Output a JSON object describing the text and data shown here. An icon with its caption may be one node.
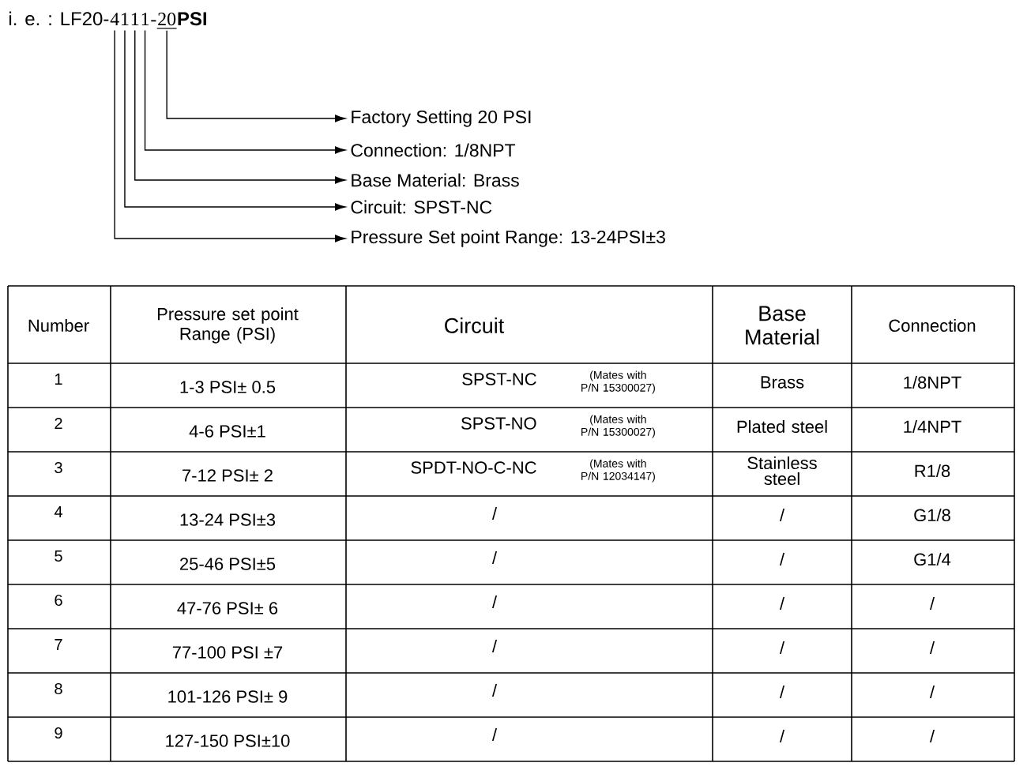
{
  "diagram": {
    "nodes": [
      {
        "text": [
          "4"
        ]
      },
      {
        "text": [
          "1"
        ]
      },
      {
        "text": [
          "1"
        ]
      },
      {
        "text": [
          "1"
        ]
      },
      {
        "text": [
          "20"
        ]
      },
      {
        "text": [
          "Factory Setting 20 PSI"
        ]
      },
      {
        "text": [
          "Connection: 1/8NPT"
        ]
      },
      {
        "text": [
          "Base Material: Brass"
        ]
      },
      {
        "text": [
          "Circuit: SPST-NC"
        ]
      },
      {
        "text": [
          "Pressure Set point Range: 13-24PSI±3"
        ]
      }
    ],
    "edges": [
      {
        "from": 4,
        "to": 5,
        "arrow": "to"
      },
      {
        "from": 3,
        "to": 6,
        "arrow": "to"
      },
      {
        "from": 2,
        "to": 7,
        "arrow": "to"
      },
      {
        "from": 1,
        "to": 8,
        "arrow": "to"
      },
      {
        "from": 0,
        "to": 9,
        "arrow": "to"
      }
    ],
    "labels": [
      "i. e. :",
      "LF20-",
      "-",
      "PSI",
      "Number",
      "Pressure set point Range (PSI)",
      "Circuit",
      "Base Material",
      "Connection",
      "1",
      "1-3 PSI± 0.5",
      "SPST-NC",
      "(Mates with P/N 15300027)",
      "Brass",
      "1/8NPT",
      "2",
      "4-6 PSI±1",
      "SPST-NO",
      "(Mates with P/N 15300027)",
      "Plated steel",
      "1/4NPT",
      "3",
      "7-12 PSI± 2",
      "SPDT-NO-C-NC",
      "(Mates with P/N 12034147)",
      "Stainless steel",
      "R1/8",
      "4",
      "13-24 PSI±3",
      "/",
      "/",
      "G1/8",
      "5",
      "25-46 PSI±5",
      "/",
      "/",
      "G1/4",
      "6",
      "47-76 PSI± 6",
      "/",
      "/",
      "/",
      "7",
      "77-100 PSI ±7",
      "/",
      "/",
      "/",
      "8",
      "101-126 PSI± 9",
      "/",
      "/",
      "/",
      "9",
      "127-150 PSI±10",
      "/",
      "/",
      "/"
    ]
  }
}
